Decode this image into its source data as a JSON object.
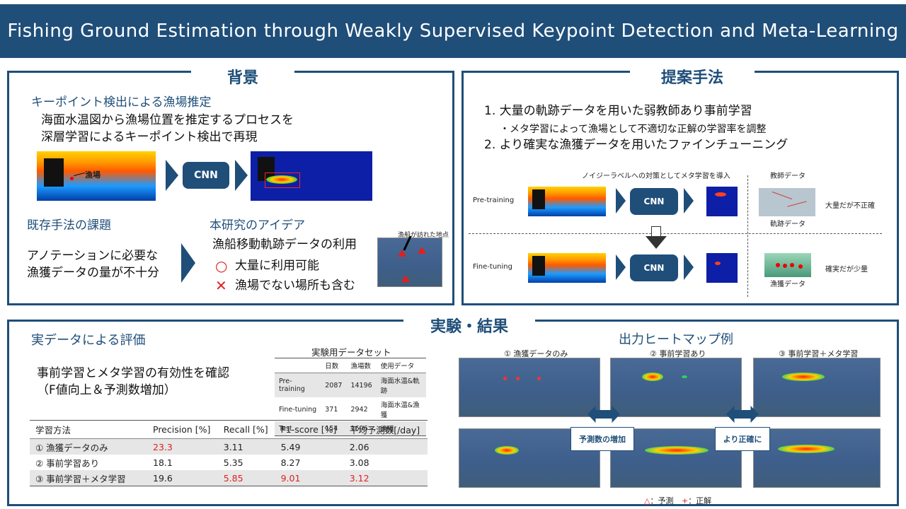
{
  "title": "Fishing Ground Estimation through Weakly Supervised Keypoint Detection and Meta-Learning",
  "background": {
    "heading": "背景",
    "sub1": "キーポイント検出による漁場推定",
    "desc_line1": "海面水温図から漁場位置を推定するプロセスを",
    "desc_line2": "深層学習によるキーポイント検出で再現",
    "map_label": "漁場",
    "cnn": "CNN",
    "sub2": "既存手法の課題",
    "issue_line1": "アノテーションに必要な",
    "issue_line2": "漁獲データの量が不十分",
    "sub3": "本研究のアイデア",
    "idea": "漁船移動軌跡データの利用",
    "pro_mark": "○",
    "pro": "大量に利用可能",
    "con_mark": "✕",
    "con": "漁場でない場所も含む",
    "track_label": "漁船が訪れた地点"
  },
  "proposed": {
    "heading": "提案手法",
    "item1": "1. 大量の軌跡データを用いた弱教師あり事前学習",
    "item1_sub": "・メタ学習によって漁場として不適切な正解の学習率を調整",
    "item2": "2. より確実な漁獲データを用いたファインチューニング",
    "note": "ノイジーラベルへの対策としてメタ学習を導入",
    "teacher": "教師データ",
    "pretraining": "Pre-training",
    "finetuning": "Fine-tuning",
    "cnn": "CNN",
    "track_data": "軌跡データ",
    "track_desc": "大量だが不正確",
    "catch_data": "漁獲データ",
    "catch_desc": "確実だが少量"
  },
  "experiment": {
    "heading": "実験・結果",
    "sub1": "実データによる評価",
    "desc_line1": "事前学習とメタ学習の有効性を確認",
    "desc_line2": "（F値向上＆予測数増加）",
    "dataset_title": "実験用データセット",
    "dataset_headers": [
      "",
      "日数",
      "漁場数",
      "使用データ"
    ],
    "dataset_rows": [
      [
        "Pre-training",
        "2087",
        "14196",
        "海面水温&軌跡"
      ],
      [
        "Fine-tuning",
        "371",
        "2942",
        "海面水温&漁獲"
      ],
      [
        "Test",
        "154",
        "1606",
        "漁獲"
      ]
    ],
    "result_headers": [
      "学習方法",
      "Precision [%]",
      "Recall [%]",
      "F1-score [%]",
      "平均予測数[/day]"
    ],
    "result_rows": [
      [
        "① 漁獲データのみ",
        "23.3",
        "3.11",
        "5.49",
        "2.06"
      ],
      [
        "② 事前学習あり",
        "18.1",
        "5.35",
        "8.27",
        "3.08"
      ],
      [
        "③ 事前学習＋メタ学習",
        "19.6",
        "5.85",
        "9.01",
        "3.12"
      ]
    ],
    "highlight_color": "#e02020",
    "heatmap_title": "出力ヒートマップ例",
    "col1": "① 漁獲データのみ",
    "col2": "② 事前学習あり",
    "col3": "③ 事前学習＋メタ学習",
    "callout1": "予測数の増加",
    "callout2": "より正確に",
    "legend_pred_mark": "△",
    "legend_pred": "：予測",
    "legend_true_mark": "+",
    "legend_true": "：正解"
  }
}
